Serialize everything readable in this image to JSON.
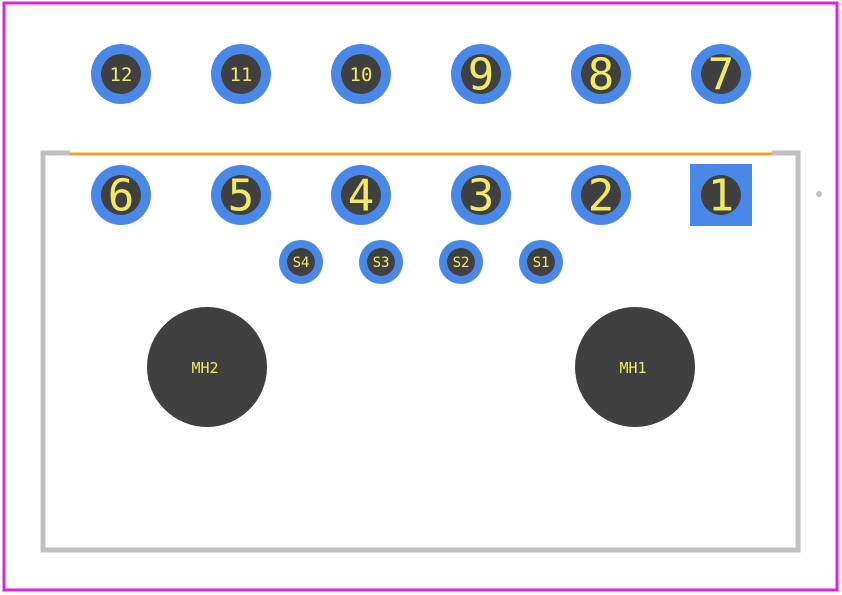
{
  "colors": {
    "background": "#ffffff",
    "courtyard": "#e020e0",
    "silkscreen": "#c0c0c0",
    "edge_line": "#f0a030",
    "pad_copper": "#4a88e8",
    "pad_drill": "#404040",
    "label_text": "#f0ea68"
  },
  "pads": {
    "top_row": [
      {
        "label": "12"
      },
      {
        "label": "11"
      },
      {
        "label": "10"
      },
      {
        "label": "9"
      },
      {
        "label": "8"
      },
      {
        "label": "7"
      }
    ],
    "bottom_row": [
      {
        "label": "6"
      },
      {
        "label": "5"
      },
      {
        "label": "4"
      },
      {
        "label": "3"
      },
      {
        "label": "2"
      },
      {
        "label": "1",
        "shape": "square"
      }
    ],
    "shield": [
      {
        "label": "S4"
      },
      {
        "label": "S3"
      },
      {
        "label": "S2"
      },
      {
        "label": "S1"
      }
    ],
    "mounting_holes": [
      {
        "label": "MH2"
      },
      {
        "label": "MH1"
      }
    ]
  }
}
